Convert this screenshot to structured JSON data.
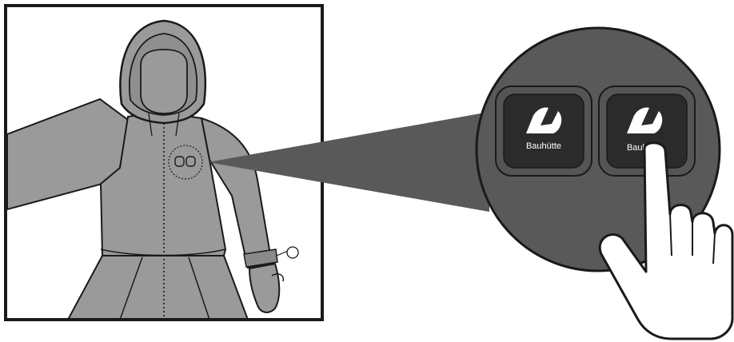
{
  "figure": {
    "subject": "protective-coverall-with-hood",
    "detail": "chest-buttons-magnified",
    "brand_label": "Bauhütte",
    "colors": {
      "background": "#ffffff",
      "outline": "#1a1a1a",
      "garment_fill": "#9a9a9a",
      "garment_shadow": "#8a8a8a",
      "magnifier_fill": "#595959",
      "button_fill": "#2b2b2b",
      "button_border": "#1a1a1a",
      "logo_fill": "#ffffff",
      "hand_fill": "#ffffff"
    },
    "icons": [
      "bauhutte-logo-icon",
      "pointing-hand-icon",
      "zipper-line",
      "drawstring-toggle-icon"
    ]
  }
}
